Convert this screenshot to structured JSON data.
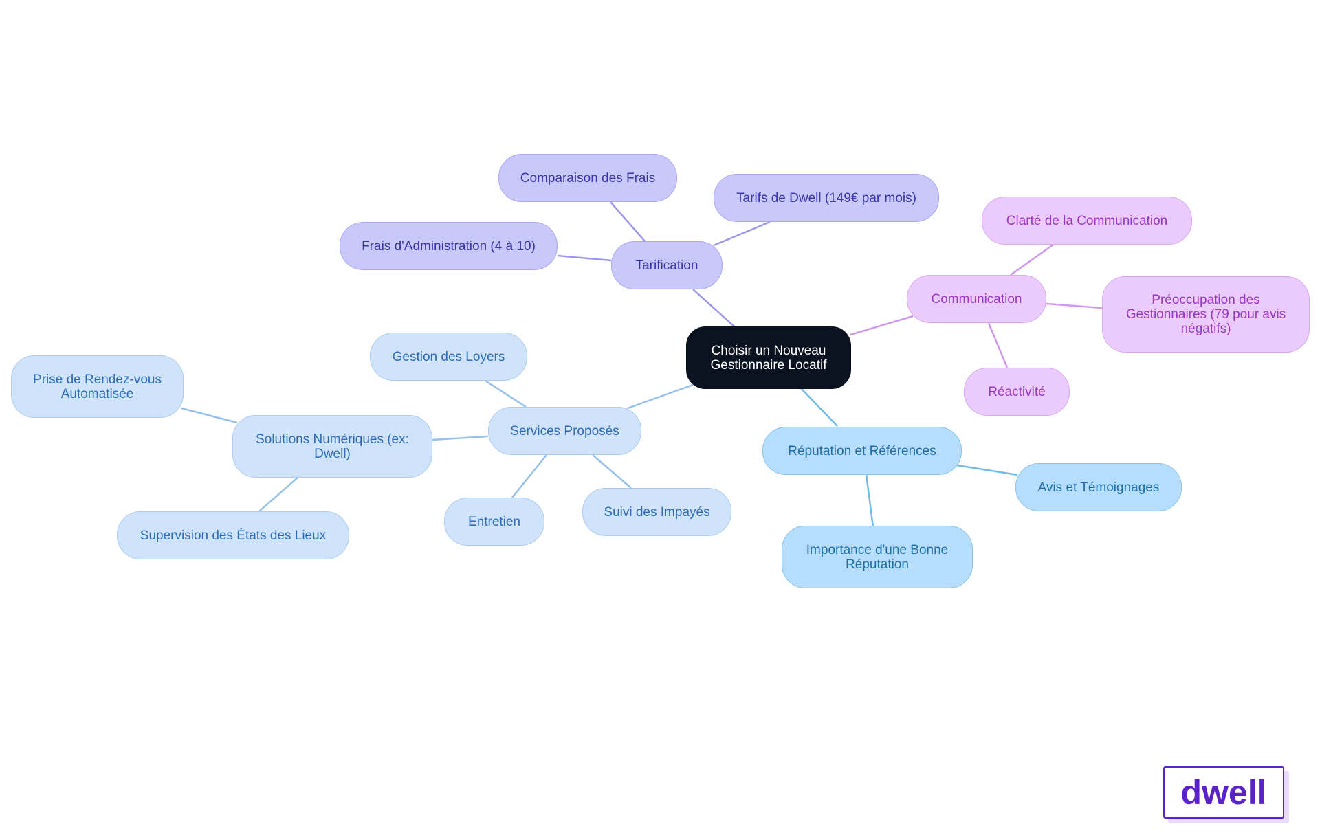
{
  "diagram": {
    "root": {
      "label_line1": "Choisir un Nouveau",
      "label_line2": "Gestionnaire Locatif"
    },
    "branches": {
      "tarification": {
        "label": "Tarification",
        "children": {
          "comparaison": "Comparaison des Frais",
          "tarifs_dwell": "Tarifs de Dwell (149€ par mois)",
          "frais_admin": "Frais d'Administration (4 à 10)"
        }
      },
      "communication": {
        "label": "Communication",
        "children": {
          "clarte": "Clarté de la Communication",
          "preoccupation_line1": "Préoccupation des",
          "preoccupation_line2": "Gestionnaires (79 pour avis",
          "preoccupation_line3": "négatifs)",
          "reactivite": "Réactivité"
        }
      },
      "services": {
        "label": "Services Proposés",
        "children": {
          "gestion_loyers": "Gestion des Loyers",
          "solutions_line1": "Solutions Numériques (ex:",
          "solutions_line2": "Dwell)",
          "entretien": "Entretien",
          "suivi_impayes": "Suivi des Impayés"
        },
        "grandchildren": {
          "rdv_line1": "Prise de Rendez-vous",
          "rdv_line2": "Automatisée",
          "supervision": "Supervision des États des Lieux"
        }
      },
      "reputation": {
        "label": "Réputation et Références",
        "children": {
          "avis": "Avis et Témoignages",
          "importance_line1": "Importance d'une Bonne",
          "importance_line2": "Réputation"
        }
      }
    },
    "colors": {
      "tarification": "#9b98ec",
      "communication": "#cf98ef",
      "services": "#95c0ec",
      "reputation": "#6fbbe9"
    }
  },
  "logo": {
    "text": "dwell"
  }
}
